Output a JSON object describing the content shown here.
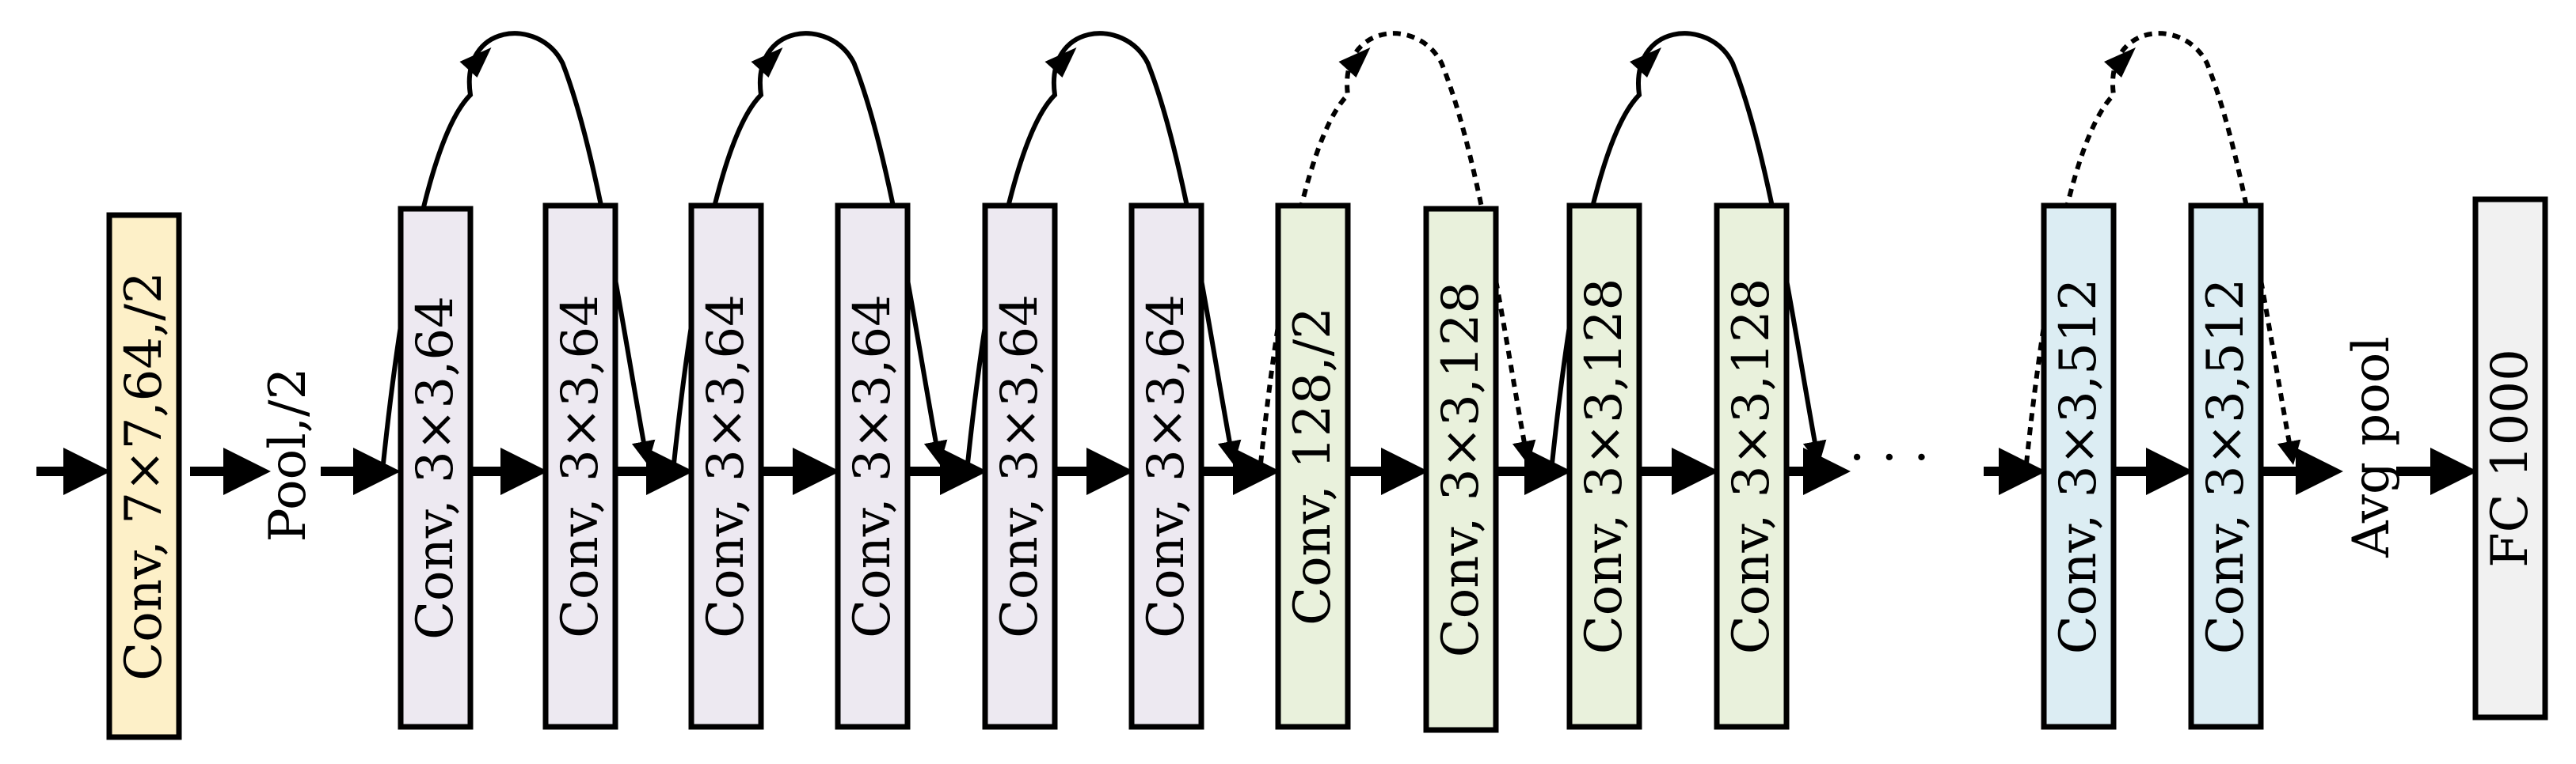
{
  "blocks": [
    {
      "label": "Conv, 7×7,64,/2",
      "color": "#fdf0c8"
    },
    {
      "label": "Conv, 3×3,64",
      "color": "#ede9f1"
    },
    {
      "label": "Conv, 3×3,64",
      "color": "#ede9f1"
    },
    {
      "label": "Conv, 3×3,64",
      "color": "#ede9f1"
    },
    {
      "label": "Conv, 3×3,64",
      "color": "#ede9f1"
    },
    {
      "label": "Conv, 3×3,64",
      "color": "#ede9f1"
    },
    {
      "label": "Conv, 3×3,64",
      "color": "#ede9f1"
    },
    {
      "label": "Conv, 128,/2",
      "color": "#e9f1dc"
    },
    {
      "label": "Conv, 3×3,128",
      "color": "#e9f1dc"
    },
    {
      "label": "Conv, 3×3,128",
      "color": "#e9f1dc"
    },
    {
      "label": "Conv, 3×3,128",
      "color": "#e9f1dc"
    },
    {
      "label": "Conv, 3×3,512",
      "color": "#dcedf3"
    },
    {
      "label": "Conv, 3×3,512",
      "color": "#dcedf3"
    },
    {
      "label": "FC 1000",
      "color": "#f1f1f1"
    }
  ],
  "pool_label": "Pool,/2",
  "avgpool_label": "Avg pool",
  "ellipsis": "· · ·",
  "skip_connections": [
    {
      "from": 1,
      "to": 2,
      "style": "solid"
    },
    {
      "from": 3,
      "to": 4,
      "style": "solid"
    },
    {
      "from": 5,
      "to": 6,
      "style": "solid"
    },
    {
      "from": 7,
      "to": 8,
      "style": "dashed"
    },
    {
      "from": 9,
      "to": 10,
      "style": "solid"
    },
    {
      "from": 11,
      "to": 12,
      "style": "dashed"
    }
  ]
}
